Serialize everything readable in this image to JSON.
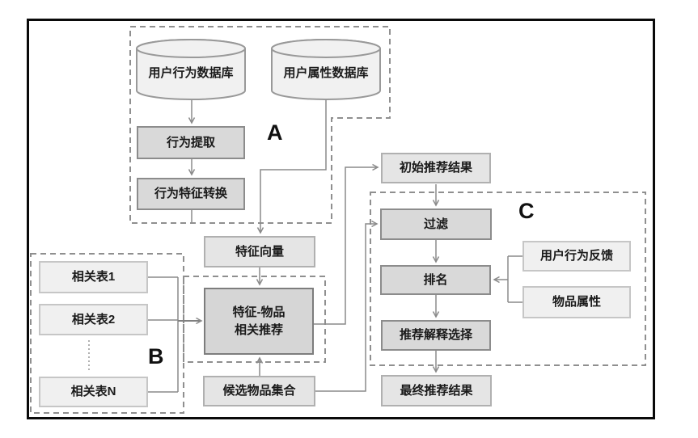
{
  "diagram": {
    "type": "flowchart",
    "groups": {
      "a": {
        "label": "A"
      },
      "b": {
        "label": "B"
      },
      "c": {
        "label": "C"
      }
    },
    "nodes": {
      "user_behavior_db": {
        "label": "用户行为数据库",
        "shape": "cylinder"
      },
      "user_attribute_db": {
        "label": "用户属性数据库",
        "shape": "cylinder"
      },
      "behavior_extraction": {
        "label": "行为提取",
        "shape": "process"
      },
      "behavior_feature_conversion": {
        "label": "行为特征转换",
        "shape": "process"
      },
      "feature_vector": {
        "label": "特征向量",
        "shape": "data"
      },
      "related_table_1": {
        "label": "相关表1",
        "shape": "input"
      },
      "related_table_2": {
        "label": "相关表2",
        "shape": "input"
      },
      "related_table_n": {
        "label": "相关表N",
        "shape": "input"
      },
      "feature_item_recommendation": {
        "label": "特征-物品 相关推荐",
        "line1": "特征-物品",
        "line2": "相关推荐",
        "shape": "process"
      },
      "candidate_item_set": {
        "label": "候选物品集合",
        "shape": "data"
      },
      "initial_recommendation_result": {
        "label": "初始推荐结果",
        "shape": "data"
      },
      "filter": {
        "label": "过滤",
        "shape": "process"
      },
      "ranking": {
        "label": "排名",
        "shape": "process"
      },
      "recommendation_explanation_selection": {
        "label": "推荐解释选择",
        "shape": "process"
      },
      "final_recommendation_result": {
        "label": "最终推荐结果",
        "shape": "data"
      },
      "user_behavior_feedback": {
        "label": "用户行为反馈",
        "shape": "input"
      },
      "item_attribute": {
        "label": "物品属性",
        "shape": "input"
      }
    },
    "edges": [
      {
        "from": "user_behavior_db",
        "to": "behavior_extraction"
      },
      {
        "from": "behavior_extraction",
        "to": "behavior_feature_conversion"
      },
      {
        "from": "behavior_feature_conversion",
        "to": "feature_vector"
      },
      {
        "from": "user_attribute_db",
        "to": "feature_vector"
      },
      {
        "from": "feature_vector",
        "to": "feature_item_recommendation"
      },
      {
        "from": "related_table_1",
        "to": "feature_item_recommendation"
      },
      {
        "from": "related_table_2",
        "to": "feature_item_recommendation"
      },
      {
        "from": "related_table_n",
        "to": "feature_item_recommendation"
      },
      {
        "from": "candidate_item_set",
        "to": "feature_item_recommendation"
      },
      {
        "from": "candidate_item_set",
        "to": "filter"
      },
      {
        "from": "feature_item_recommendation",
        "to": "initial_recommendation_result"
      },
      {
        "from": "initial_recommendation_result",
        "to": "filter"
      },
      {
        "from": "filter",
        "to": "ranking"
      },
      {
        "from": "user_behavior_feedback",
        "to": "ranking"
      },
      {
        "from": "item_attribute",
        "to": "ranking"
      },
      {
        "from": "ranking",
        "to": "recommendation_explanation_selection"
      },
      {
        "from": "recommendation_explanation_selection",
        "to": "final_recommendation_result"
      }
    ],
    "colors": {
      "frame": "#0a0a0a",
      "process_fill": "#d9d9d9",
      "process_border": "#8c8c8c",
      "data_fill": "#e5e5e5",
      "data_border": "#b0b0b0",
      "input_fill": "#f0f0f0",
      "input_border": "#c6c6c6",
      "cylinder_fill": "#f1f1f1",
      "line": "#8a8a8a",
      "dashed_group": "#8f8f8f",
      "text": "#1a1a1a"
    }
  }
}
